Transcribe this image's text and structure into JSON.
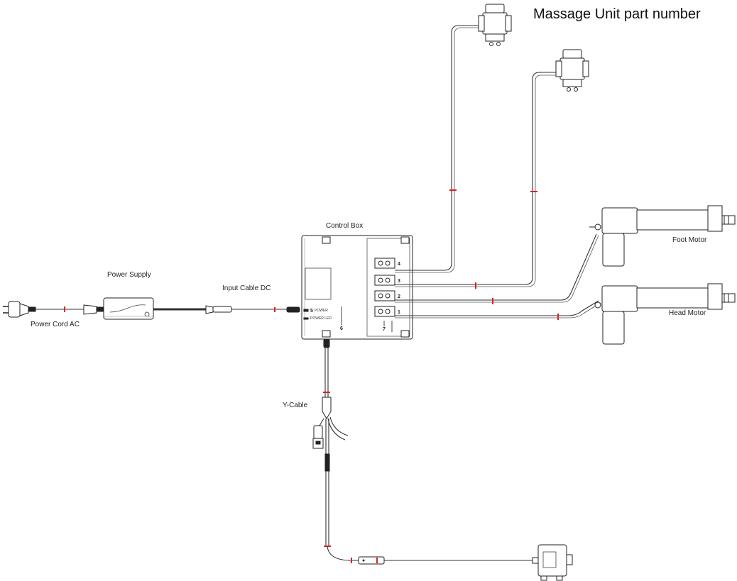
{
  "title": "Massage Unit part number",
  "labels": {
    "control_box": "Control Box",
    "power_supply": "Power Supply",
    "input_cable": "Input Cable  DC",
    "power_cord": "Power Cord  AC",
    "foot_motor": "Foot Motor",
    "head_motor": "Head Motor",
    "y_cable": "Y-Cable"
  },
  "ports": {
    "p1": "1",
    "p2": "2",
    "p3": "3",
    "p4": "4",
    "p5": "5",
    "p6": "6",
    "p7": "7",
    "power_text": "POWER",
    "power_led": "POWER LED"
  }
}
